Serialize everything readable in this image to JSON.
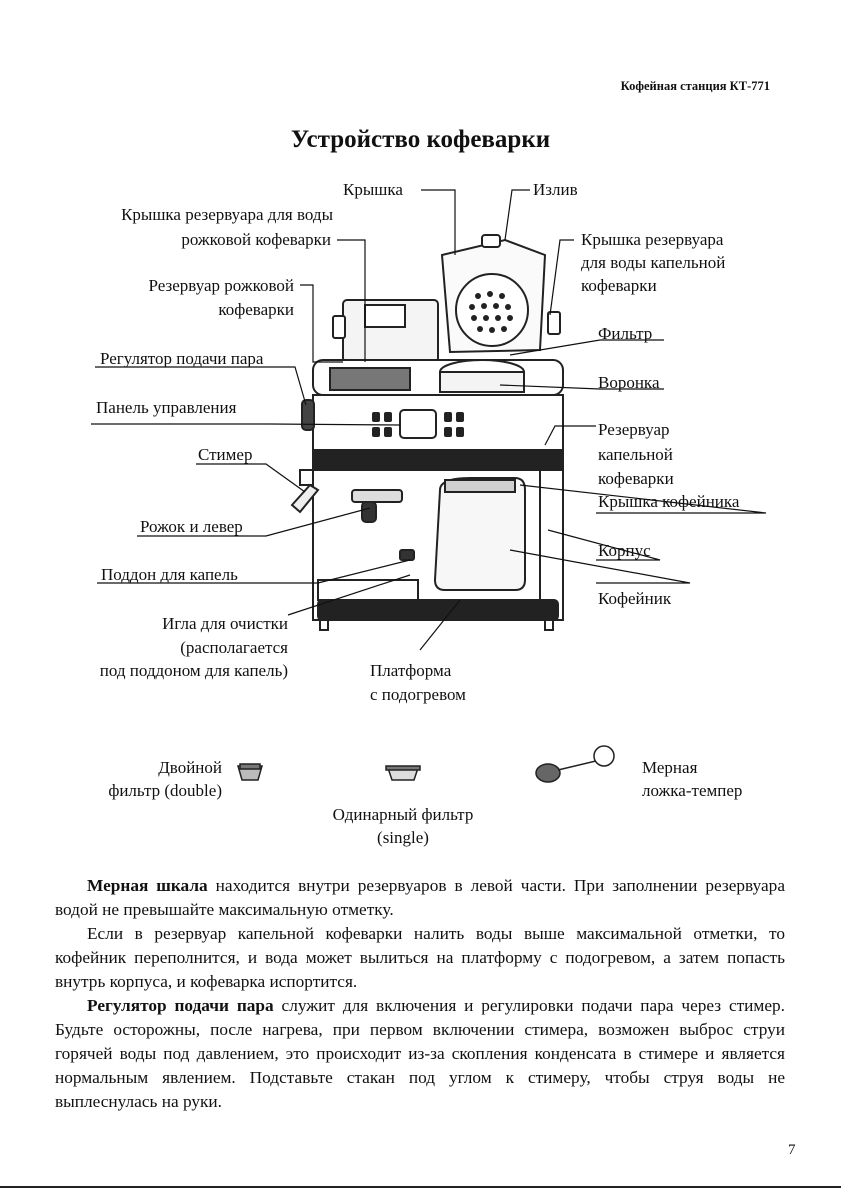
{
  "header": {
    "running_title": "Кофейная станция КТ-771"
  },
  "title": "Устройство кофеварки",
  "labels": {
    "lid": "Крышка",
    "spout": "Излив",
    "espresso_tank_lid_1": "Крышка резервуара для воды",
    "espresso_tank_lid_2": "рожковой кофеварки",
    "drip_tank_lid_1": "Крышка резервуара",
    "drip_tank_lid_2": "для воды капельной",
    "drip_tank_lid_3": "кофеварки",
    "espresso_tank_1": "Резервуар рожковой",
    "espresso_tank_2": "кофеварки",
    "filter": "Фильтр",
    "steam_knob": "Регулятор подачи пара",
    "funnel": "Воронка",
    "control_panel": "Панель управления",
    "drip_tank_1": "Резервуар",
    "drip_tank_2": "капельной",
    "drip_tank_3": "кофеварки",
    "steamer": "Стимер",
    "carafe_lid": "Крышка кофейника",
    "portafilter": "Рожок и левер",
    "housing": "Корпус",
    "drip_tray": "Поддон для капель",
    "carafe": "Кофейник",
    "needle_1": "Игла для очистки",
    "needle_2": "(располагается",
    "needle_3": "под поддоном для капель)",
    "warming_plate_1": "Платформа",
    "warming_plate_2": "с подогревом"
  },
  "accessories": {
    "double_filter_1": "Двойной",
    "double_filter_2": "фильтр (double)",
    "single_filter_1": "Одинарный фильтр",
    "single_filter_2": "(single)",
    "spoon_1": "Мерная",
    "spoon_2": "ложка-темпер"
  },
  "body": {
    "p1_bold": "Мерная шкала",
    "p1_text": " находится внутри резервуаров в левой части. При заполнении резервуара водой не превышайте максимальную отметку.",
    "p2_text": "Если в резервуар капельной кофеварки налить воды выше максимальной отметки, то кофейник переполнится, и вода может вылиться на платформу с подогревом, а затем попасть внутрь корпуса, и кофеварка испортится.",
    "p3_bold": "Регулятор подачи пара",
    "p3_text": " служит для включения и регулировки подачи пара через стимер. Будьте осторожны, после нагрева, при первом включении стимера, возможен выброс струи горячей воды под давлением, это происходит из-за скопления конденсата в стимере и является нормальным явлением. Подставьте стакан под углом к стимеру, чтобы струя воды не выплеснулась на руки."
  },
  "page_number": "7",
  "icons": [
    "coffee-machine-illustration",
    "double-filter-icon",
    "single-filter-icon",
    "measuring-spoon-tamper-icon"
  ]
}
